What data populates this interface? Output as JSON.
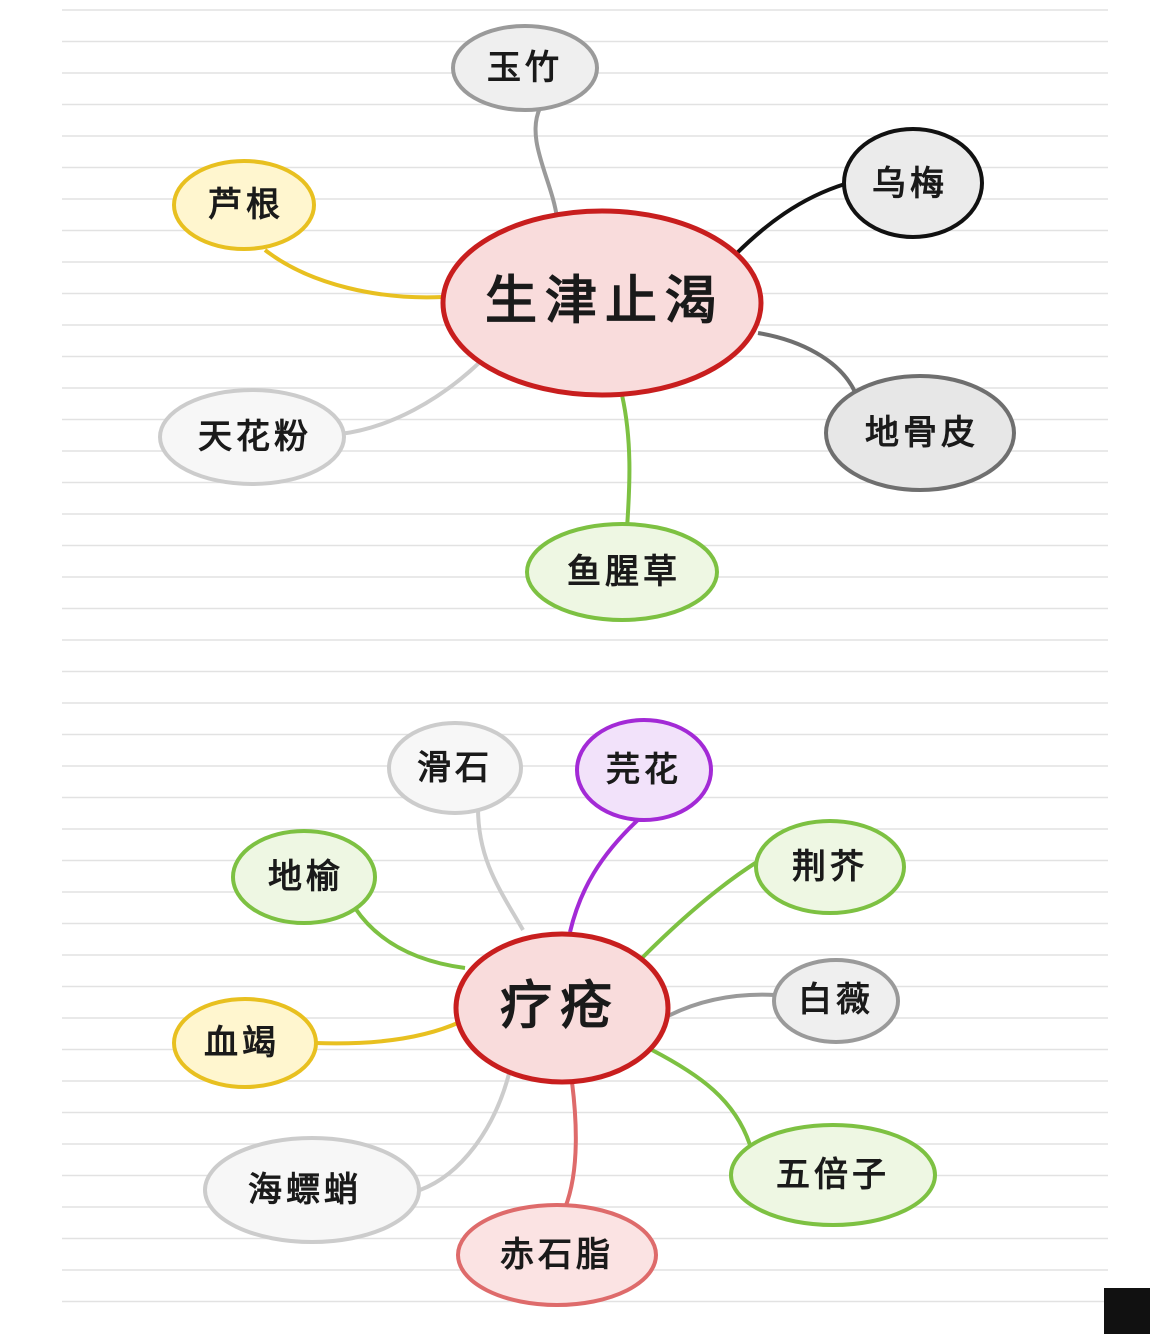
{
  "colors": {
    "red": "#c81e1e",
    "red_fill": "#f9dcdc",
    "gray": "#9a9a9a",
    "gray_fill": "#efefef",
    "dark_gray": "#6f6f6f",
    "dark_gray_fill": "#e7e7e7",
    "black": "#111111",
    "black_fill": "#ebebeb",
    "yellow": "#e8c020",
    "yellow_fill": "#fff6cf",
    "light": "#cccccc",
    "light_fill": "#f7f7f7",
    "green": "#7dc142",
    "green_fill": "#eef7e3",
    "purple": "#a32ad6",
    "purple_fill": "#f2e2fa",
    "pink": "#de6b6b",
    "pink_fill": "#fbe3e3",
    "paper_line": "#e2e2e2"
  },
  "maps": [
    {
      "center": {
        "label": "生津止渴"
      },
      "nodes": [
        {
          "label": "玉竹"
        },
        {
          "label": "乌梅"
        },
        {
          "label": "芦根"
        },
        {
          "label": "天花粉"
        },
        {
          "label": "地骨皮"
        },
        {
          "label": "鱼腥草"
        }
      ]
    },
    {
      "center": {
        "label": "疗疮"
      },
      "nodes": [
        {
          "label": "滑石"
        },
        {
          "label": "芫花"
        },
        {
          "label": "地榆"
        },
        {
          "label": "荆芥"
        },
        {
          "label": "白薇"
        },
        {
          "label": "血竭"
        },
        {
          "label": "五倍子"
        },
        {
          "label": "海螵蛸"
        },
        {
          "label": "赤石脂"
        }
      ]
    }
  ]
}
